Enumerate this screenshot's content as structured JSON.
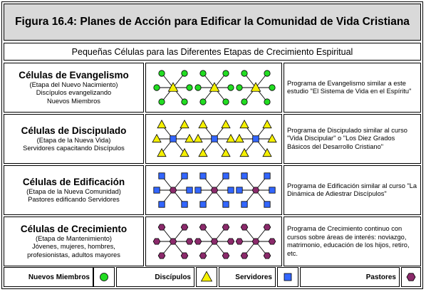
{
  "title": "Figura 16.4:  Planes de Acción para Edificar la Comunidad de Vida Cristiana",
  "subtitle": "Pequeñas Células para las Diferentes Etapas de Crecimiento Espiritual",
  "rows": [
    {
      "name": "Células de Evangelismo",
      "lines": [
        "(Etapa del Nuevo Nacimiento)",
        "Discípulos evangelizando",
        "Nuevos Miembros"
      ],
      "description": "Programa de Evangelismo similar a este estudio \"El Sistema de Vida en el Espíritu\"",
      "center": "triangle",
      "outer": "circle"
    },
    {
      "name": "Células de Discipulado",
      "lines": [
        "(Etapa de la Nueva Vida)",
        "Servidores capacitando Discípulos"
      ],
      "description": "Programa de Discipulado similar al curso \"Vida Discipular\" o \"Los Diez Grados Básicos del Desarrollo Cristiano\"",
      "center": "square",
      "outer": "triangle"
    },
    {
      "name": "Células de Edificación",
      "lines": [
        "(Etapa de la Nueva Comunidad)",
        "Pastores edificando Servidores"
      ],
      "description": "Programa de Edificación similar al curso \"La Dinámica de Adiestrar Discípulos\"",
      "center": "hexagon",
      "outer": "square"
    },
    {
      "name": "Células de Crecimiento",
      "lines": [
        "(Etapa de Mantenimiento)",
        "Jóvenes, mujeres, hombres,",
        "profesionistas, adultos mayores"
      ],
      "description": "Programa de Crecimiento continuo con cursos sobre áreas de interés: noviazgo, matrimonio, educación de los hijos, retiro, etc.",
      "center": "hexagon",
      "outer": "hexagon"
    }
  ],
  "legend": [
    {
      "label": "Nuevos Miembros",
      "shape": "circle"
    },
    {
      "label": "Discípulos",
      "shape": "triangle"
    },
    {
      "label": "Servidores",
      "shape": "square"
    },
    {
      "label": "Pastores",
      "shape": "hexagon"
    }
  ],
  "colors": {
    "circle": "#22dd22",
    "triangle": "#f5f000",
    "square": "#3366ff",
    "hexagon": "#8b2a6b",
    "header_bg": "#d9d9d9"
  }
}
